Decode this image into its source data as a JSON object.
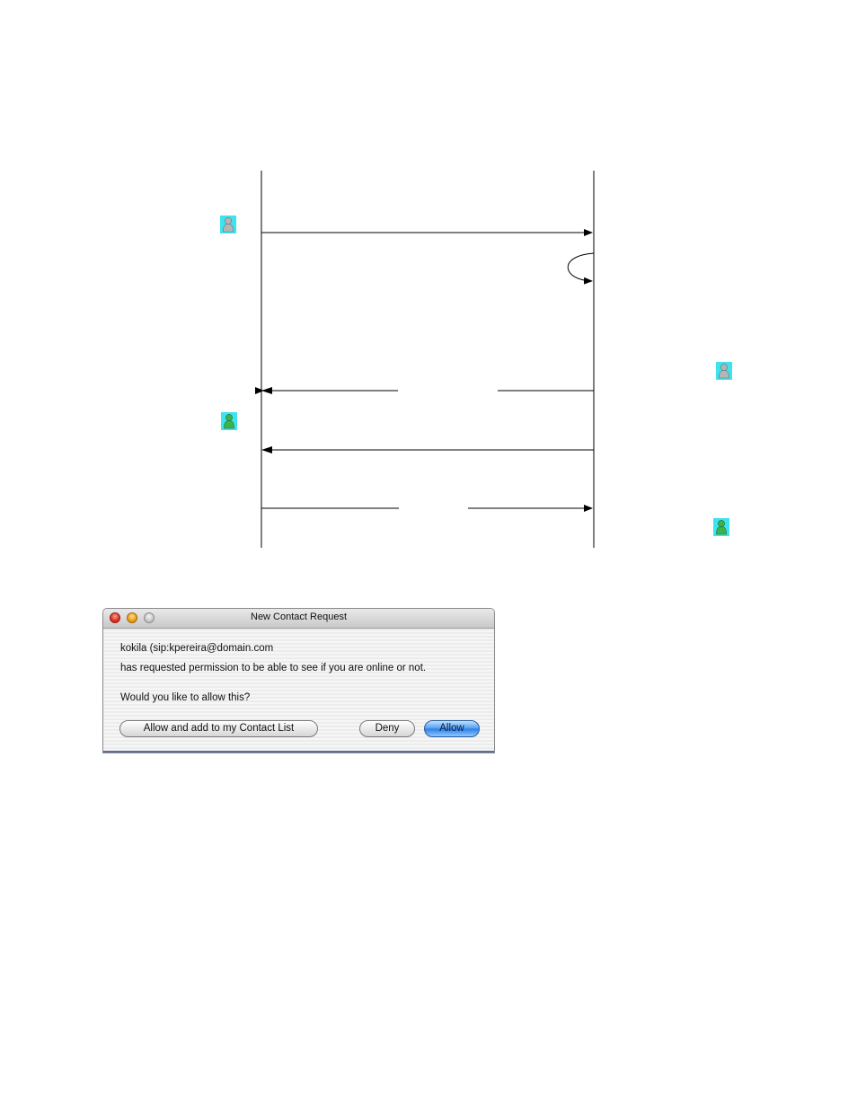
{
  "dialog": {
    "title": "New Contact Request",
    "line1": "kokila (sip:kpereira@domain.com",
    "line2": "has requested permission to be able to see if you are online or not.",
    "question": "Would you like to allow this?",
    "buttons": {
      "add": "Allow and add to my Contact List",
      "deny": "Deny",
      "allow": "Allow"
    }
  },
  "icons": {
    "offline_buddy": "buddy-offline-icon",
    "online_buddy": "buddy-online-icon",
    "icon_background": "#3fe3f0",
    "offline_color": "#b5b5b5",
    "online_color": "#3bb24a"
  }
}
